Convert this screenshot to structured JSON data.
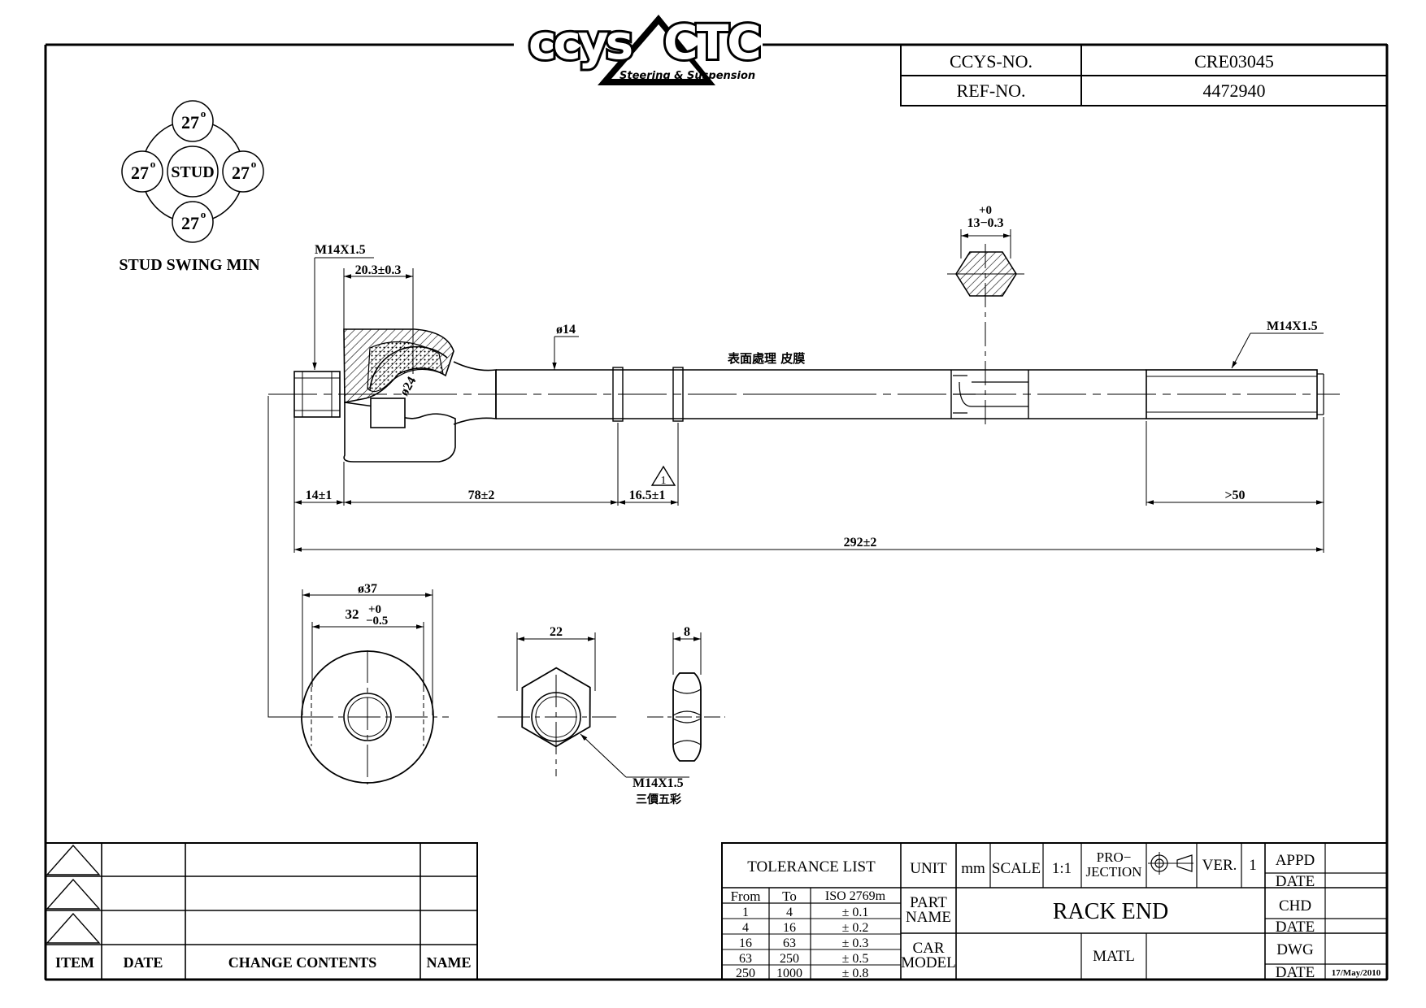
{
  "logo": {
    "brand_left": "ccys",
    "brand_right": "CTC",
    "tagline": "Steering & Suspension"
  },
  "header_table": {
    "ccys_no_label": "CCYS-NO.",
    "ccys_no_value": "CRE03045",
    "ref_no_label": "REF-NO.",
    "ref_no_value": "4472940"
  },
  "stud_swing": {
    "center": "STUD",
    "angle_top": "27",
    "angle_left": "27",
    "angle_right": "27",
    "angle_bottom": "27",
    "degree_symbol": "o",
    "caption": "STUD SWING MIN"
  },
  "dimensions": {
    "m14_left": "M14X1.5",
    "d20": "20.3±0.3",
    "d14": "ø14",
    "d24": "ø24",
    "surface_note": "表面處理  皮膜",
    "hex_top_tol": "+0",
    "hex_size": "13−0.3",
    "m14_right": "M14X1.5",
    "d14_1": "14±1",
    "d78": "78±2",
    "d16_5": "16.5±1",
    "rev_mark": "1",
    "d50": ">50",
    "d292": "292±2",
    "d37": "ø37",
    "d32": "32",
    "d32_tol_up": "+0",
    "d32_tol_dn": "−0.5",
    "d22": "22",
    "d8": "8",
    "nut_thread": "M14X1.5",
    "nut_note": "三價五彩"
  },
  "change_table": {
    "item_label": "ITEM",
    "date_label": "DATE",
    "contents_label": "CHANGE  CONTENTS",
    "name_label": "NAME"
  },
  "title_block": {
    "tolerance_title": "TOLERANCE  LIST",
    "from_label": "From",
    "to_label": "To",
    "iso_label": "ISO  2769m",
    "tolerances": [
      {
        "from": "1",
        "to": "4",
        "tol": "±  0.1"
      },
      {
        "from": "4",
        "to": "16",
        "tol": "±  0.2"
      },
      {
        "from": "16",
        "to": "63",
        "tol": "±  0.3"
      },
      {
        "from": "63",
        "to": "250",
        "tol": "±  0.5"
      },
      {
        "from": "250",
        "to": "1000",
        "tol": "±  0.8"
      }
    ],
    "unit_label": "UNIT",
    "unit_value": "mm",
    "scale_label": "SCALE",
    "scale_value": "1:1",
    "projection_label_1": "PRO−",
    "projection_label_2": "JECTION",
    "ver_label": "VER.",
    "ver_value": "1",
    "part_name_label_1": "PART",
    "part_name_label_2": "NAME",
    "part_name_value": "RACK  END",
    "car_model_label_1": "CAR",
    "car_model_label_2": "MODEL",
    "matl_label": "MATL",
    "appd_label": "APPD",
    "date_label": "DATE",
    "chd_label": "CHD",
    "dwg_label": "DWG",
    "dwg_date_value": "17/May/2010"
  }
}
